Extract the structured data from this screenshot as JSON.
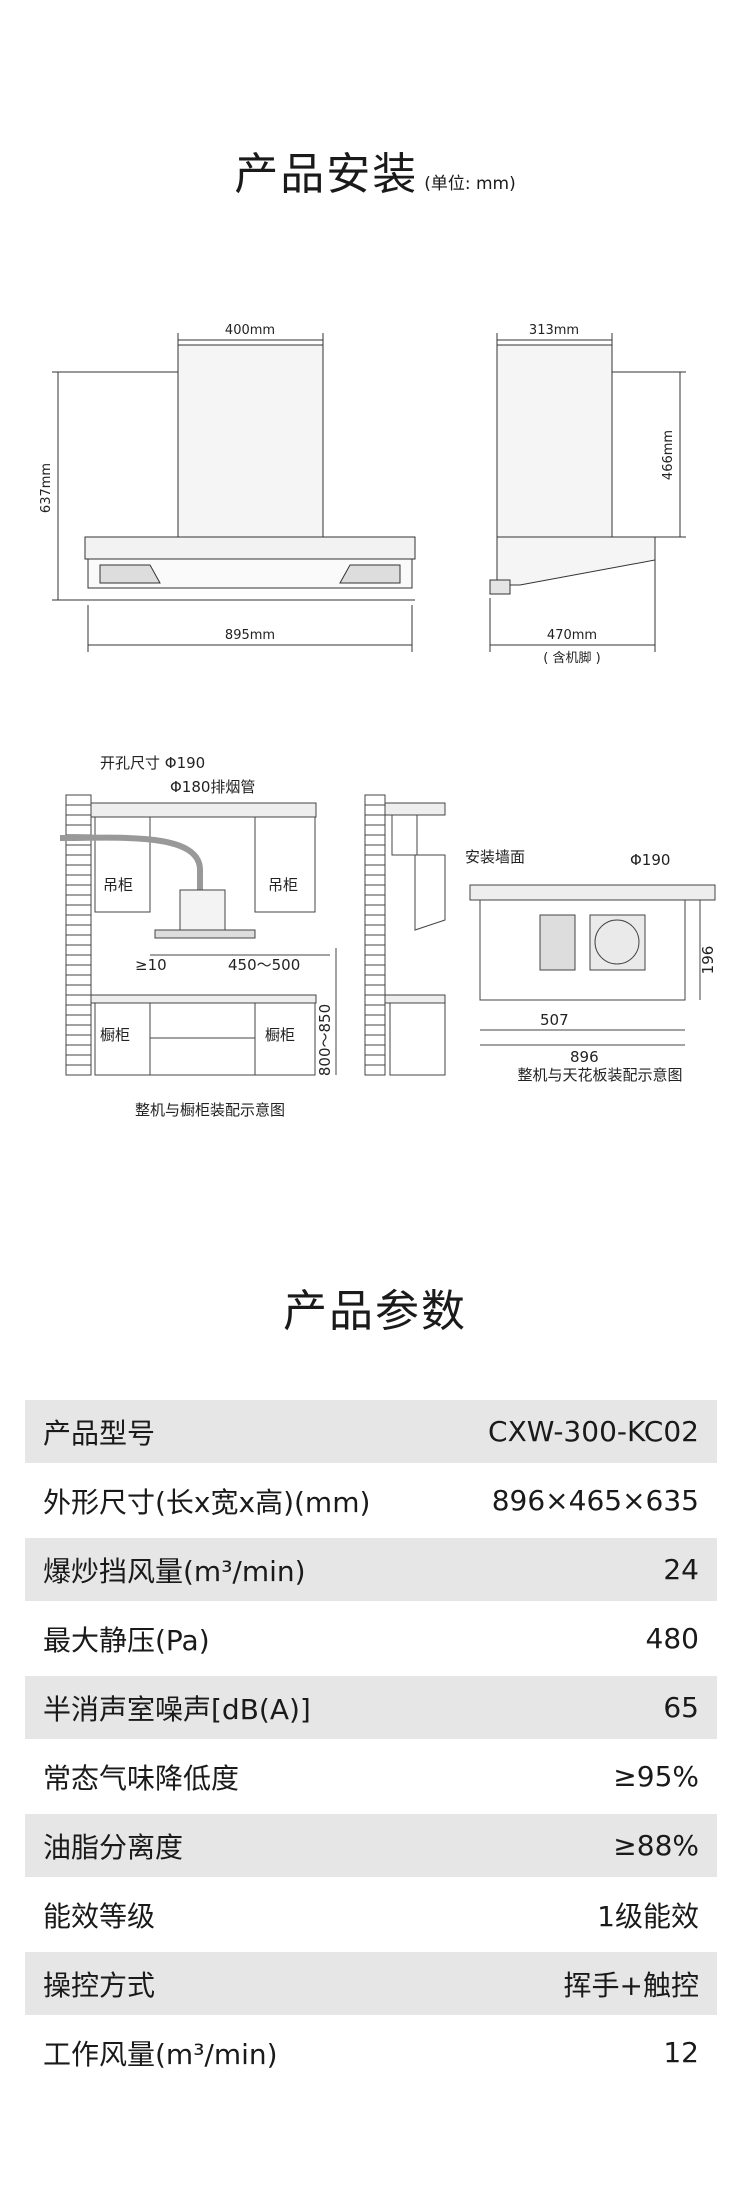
{
  "install": {
    "title": "产品安装",
    "unit": "(单位: mm)"
  },
  "dims": {
    "front_width": "400mm",
    "front_height": "637mm",
    "front_total": "895mm",
    "side_top": "313mm",
    "side_height": "466mm",
    "side_depth": "470mm",
    "side_depth_note": "( 含机脚 )"
  },
  "cabinet": {
    "hole_size": "开孔尺寸 Φ190",
    "pipe": "Φ180排烟管",
    "upper_left": "吊柜",
    "upper_right": "吊柜",
    "gap": "≥10",
    "range": "450～500",
    "lower_left": "橱柜",
    "lower_right": "橱柜",
    "floor_height": "800～850",
    "caption": "整机与橱柜装配示意图"
  },
  "ceiling": {
    "wall_label": "安装墙面",
    "hole": "Φ190",
    "dim_507": "507",
    "dim_896": "896",
    "dim_196": "196",
    "caption": "整机与天花板装配示意图"
  },
  "params": {
    "title": "产品参数",
    "rows": [
      {
        "label": "产品型号",
        "value": "CXW-300-KC02"
      },
      {
        "label": "外形尺寸(长x宽x高)(mm)",
        "value": "896×465×635"
      },
      {
        "label": "爆炒挡风量(m³/min)",
        "value": "24"
      },
      {
        "label": "最大静压(Pa)",
        "value": "480"
      },
      {
        "label": "半消声室噪声[dB(A)]",
        "value": "65"
      },
      {
        "label": "常态气味降低度",
        "value": "≥95%"
      },
      {
        "label": "油脂分离度",
        "value": "≥88%"
      },
      {
        "label": "能效等级",
        "value": "1级能效"
      },
      {
        "label": "操控方式",
        "value": "挥手+触控"
      },
      {
        "label": "工作风量(m³/min)",
        "value": "12"
      }
    ]
  }
}
